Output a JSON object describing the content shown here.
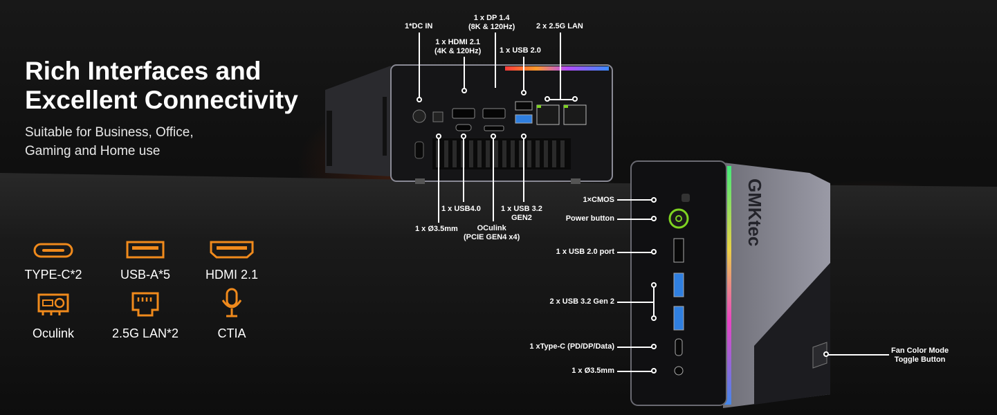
{
  "header": {
    "title_line1": "Rich Interfaces and",
    "title_line2": "Excellent Connectivity",
    "subtitle_line1": "Suitable for Business, Office,",
    "subtitle_line2": "Gaming and Home use"
  },
  "features": [
    {
      "label": "TYPE-C*2",
      "icon": "usb-c-icon"
    },
    {
      "label": "USB-A*5",
      "icon": "usb-a-icon"
    },
    {
      "label": "HDMI 2.1",
      "icon": "hdmi-icon"
    },
    {
      "label": "Oculink",
      "icon": "oculink-icon"
    },
    {
      "label": "2.5G LAN*2",
      "icon": "lan-icon"
    },
    {
      "label": "CTIA",
      "icon": "microphone-icon"
    }
  ],
  "rear_ports": {
    "dc_in": "1*DC IN",
    "hdmi_line1": "1 x HDMI 2.1",
    "hdmi_line2": "(4K & 120Hz)",
    "dp_line1": "1 x DP 1.4",
    "dp_line2": "(8K & 120Hz)",
    "usb20": "1 x USB 2.0",
    "lan": "2 x 2.5G LAN",
    "audio": "1 x Ø3.5mm",
    "usb4": "1 x USB4.0",
    "oculink_line1": "OCulink",
    "oculink_line2": "(PCIE GEN4 x4)",
    "usb32_line1": "1 x USB 3.2",
    "usb32_line2": "GEN2"
  },
  "front_ports": {
    "cmos": "1×CMOS",
    "power": "Power button",
    "usb20": "1 x USB 2.0 port",
    "usb32": "2 x USB 3.2 Gen 2",
    "typec": "1 xType-C (PD/DP/Data)",
    "audio": "1 x Ø3.5mm",
    "fan_line1": "Fan Color Mode",
    "fan_line2": "Toggle Button"
  },
  "brand": {
    "logo": "GMKtec"
  },
  "colors": {
    "accent_orange": "#f08a1c",
    "power_green": "#7ed321",
    "usb_blue": "#2f7fe0"
  }
}
